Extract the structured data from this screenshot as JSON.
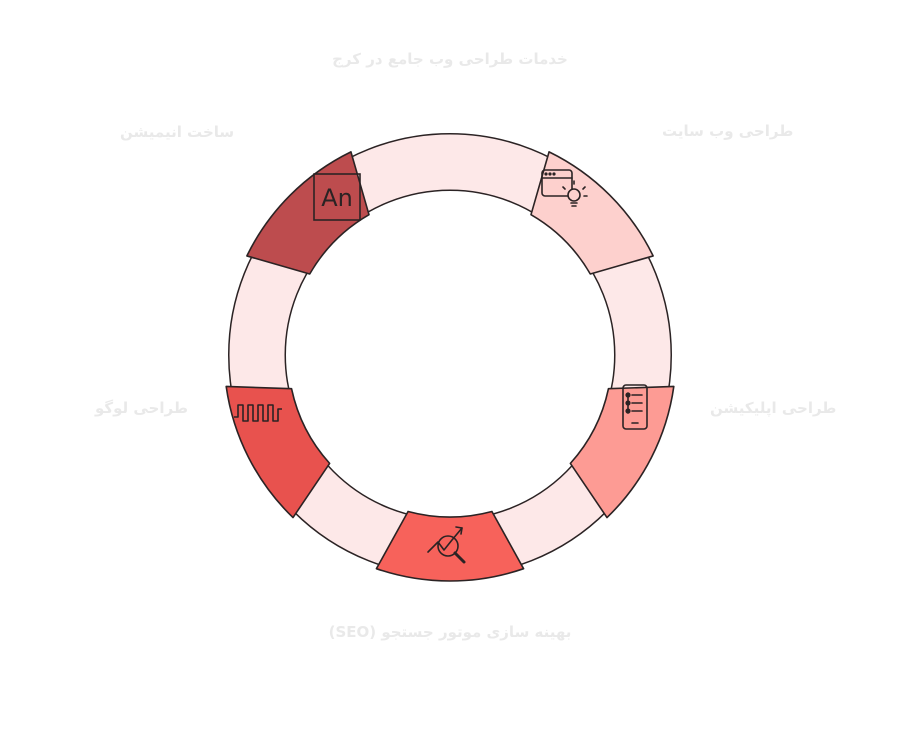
{
  "title": "خدمات طراحی وب جامع در کرج",
  "segments": [
    {
      "label": "طراحی وب سایت",
      "icon": "web-design-icon",
      "color": "#fdd0cd"
    },
    {
      "label": "طراحی اپلیکیشن",
      "icon": "mobile-app-icon",
      "color": "#fd9b94"
    },
    {
      "label": "بهینه سازی موتور جستجو (SEO)",
      "icon": "seo-analytics-icon",
      "color": "#f7625b"
    },
    {
      "label": "طراحی لوگو",
      "icon": "waveform-icon",
      "color": "#e8524e"
    },
    {
      "label": "ساخت انیمیشن",
      "icon": "animate-an-icon",
      "color": "#bd4c4e",
      "icon_text": "An"
    }
  ],
  "colors": {
    "ring": "#fde8e8",
    "stroke": "#2b2324",
    "label_text": "#e9e9e9"
  }
}
